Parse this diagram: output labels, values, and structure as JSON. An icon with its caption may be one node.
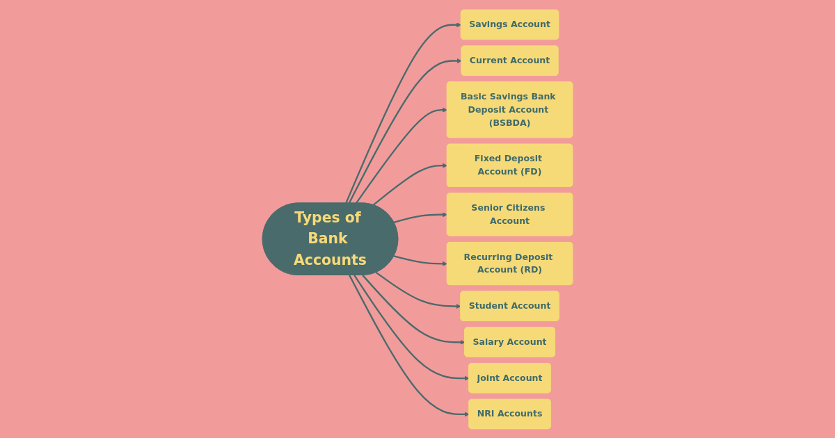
{
  "diagram": {
    "nodes": [
      {
        "text": [
          "Types of Bank Accounts"
        ]
      },
      {
        "text": [
          "Savings Account"
        ]
      },
      {
        "text": [
          "Current Account"
        ]
      },
      {
        "text": [
          "Basic Savings Bank Deposit Account (BSBDA)"
        ]
      },
      {
        "text": [
          "Fixed Deposit Account (FD)"
        ]
      },
      {
        "text": [
          "Senior Citizens Account"
        ]
      },
      {
        "text": [
          "Recurring Deposit Account (RD)"
        ]
      },
      {
        "text": [
          "Student Account"
        ]
      },
      {
        "text": [
          "Salary Account"
        ]
      },
      {
        "text": [
          "Joint Account"
        ]
      },
      {
        "text": [
          "NRI Accounts"
        ]
      }
    ],
    "edges": [
      {
        "from": 0,
        "to": 1,
        "arrow": "to"
      },
      {
        "from": 0,
        "to": 2,
        "arrow": "to"
      },
      {
        "from": 0,
        "to": 3,
        "arrow": "to"
      },
      {
        "from": 0,
        "to": 4,
        "arrow": "to"
      },
      {
        "from": 0,
        "to": 5,
        "arrow": "to"
      },
      {
        "from": 0,
        "to": 6,
        "arrow": "to"
      },
      {
        "from": 0,
        "to": 7,
        "arrow": "to"
      },
      {
        "from": 0,
        "to": 8,
        "arrow": "to"
      },
      {
        "from": 0,
        "to": 9,
        "arrow": "to"
      },
      {
        "from": 0,
        "to": 10,
        "arrow": "to"
      }
    ]
  }
}
